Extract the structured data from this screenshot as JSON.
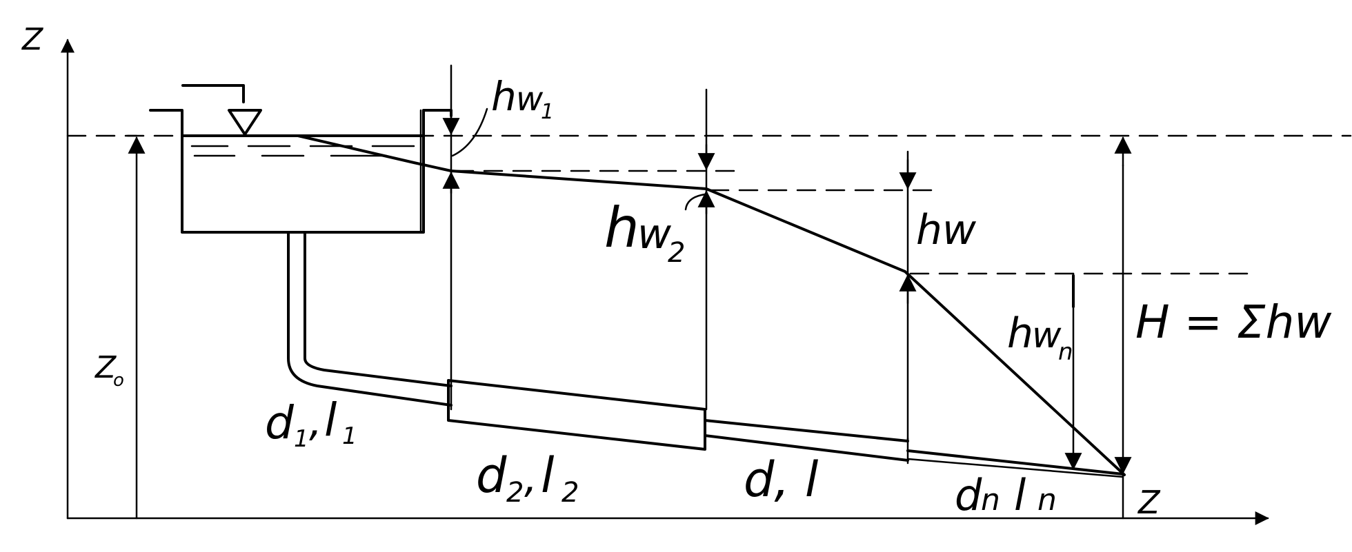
{
  "labels": {
    "z_axis": "Z",
    "z0": "Z",
    "z0_sub": "o",
    "z_end": "Z",
    "hw1": "h",
    "hw1_w": "w",
    "hw1_sub": "1",
    "hw2": "h",
    "hw2_w": "w",
    "hw2_sub": "2",
    "hw": "hw",
    "hwn": "h",
    "hwn_w": "w",
    "hwn_sub": "n",
    "total": "H = Σhw",
    "pipe1_d": "d",
    "pipe1_d_sub": "1",
    "pipe1_l": "l",
    "pipe1_l_sub": "1",
    "pipe2_d": "d",
    "pipe2_d_sub": "2",
    "pipe2_l": "l",
    "pipe2_l_sub": "2",
    "pipe3": "d, l",
    "pipen_d": "d",
    "pipen_d_sub": "n",
    "pipen_l": "l",
    "pipen_l_sub": "n"
  }
}
